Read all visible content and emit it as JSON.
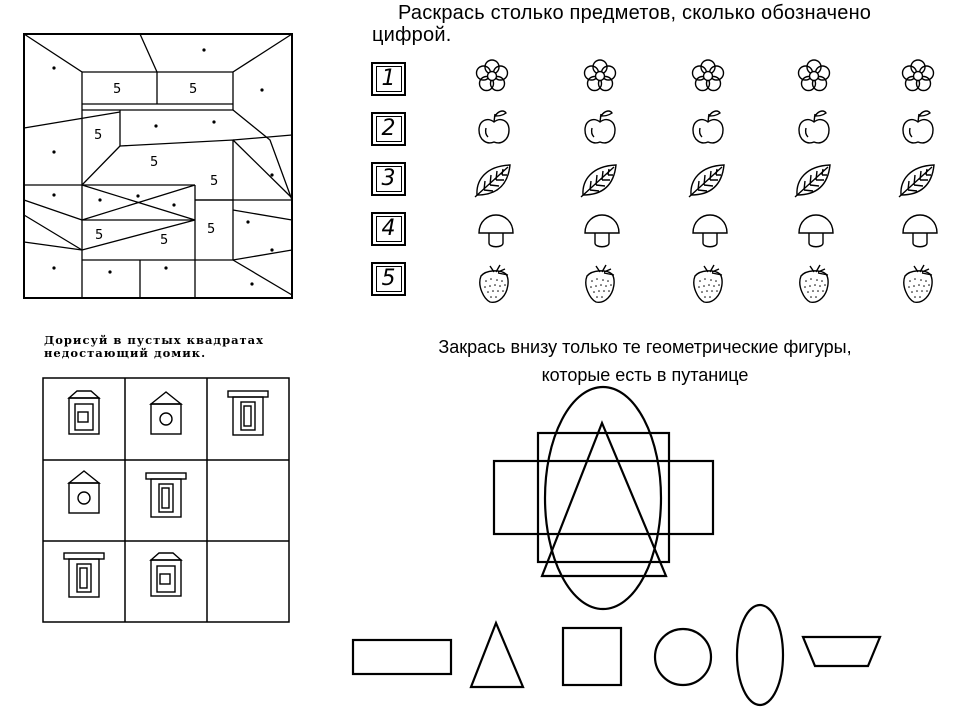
{
  "top_task": {
    "title_line1": "Раскрась столько предметов, сколько обозначено",
    "title_line2": "цифрой."
  },
  "count_rows": [
    {
      "number": "1",
      "item": "flower-icon"
    },
    {
      "number": "2",
      "item": "apple-icon"
    },
    {
      "number": "3",
      "item": "leaf-icon"
    },
    {
      "number": "4",
      "item": "mushroom-icon"
    },
    {
      "number": "5",
      "item": "strawberry-icon"
    }
  ],
  "mosaic": {
    "labels": [
      "5",
      "5",
      "5",
      "5",
      "5",
      "5",
      "5",
      "5"
    ]
  },
  "houses_task": {
    "title_line1": "Дорисуй в пустых квадратах",
    "title_line2": "недостающий домик."
  },
  "shapes_task": {
    "title_line1": "Закрась внизу только те геометрические фигуры,",
    "title_line2": "которые есть в путанице"
  },
  "answer_shapes": [
    "rectangle-icon",
    "triangle-icon",
    "square-icon",
    "circle-icon",
    "ellipse-icon",
    "trapezoid-icon"
  ]
}
